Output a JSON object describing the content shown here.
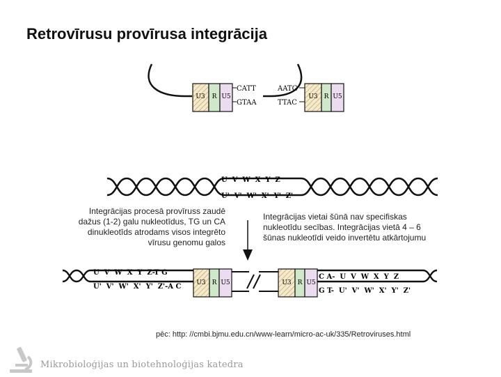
{
  "slide": {
    "title": "Retrovīrusu provīrusa integrācija",
    "left_note": "Integrācijas procesā provīruss zaudē dažus (1-2) galu nukleotīdus, TG un CA dinukleotīds atrodams visos integrēto vīrusu genomu galos",
    "right_note": "Integrācijas vietai šūnā nav specifiskas nukleotīdu secības. Integrācijas vietā 4 – 6 šūnas nukleotīdi veido invertētu atkārtojumu",
    "source": "pēc: http: //cmbi.bjmu.edu.cn/www-learn/micro-ac-uk/335/Retroviruses.html",
    "footer": "Mikrobioloģijas un biotehnoloģijas katedra"
  },
  "diagram": {
    "ltr_labels": {
      "u3": "U3",
      "r": "R",
      "u5": "U5"
    },
    "top_left_ends": {
      "top": "CATT",
      "bottom": "GTAA"
    },
    "top_right_ends": {
      "top": "AATG",
      "bottom": "TTAC"
    },
    "host_top": "U  V  W  X  Y  Z",
    "host_bottom": "U'  V'  W'  X'  Y'  Z'",
    "bottom_left_top": "U  V  W  X  Y  Z-T G",
    "bottom_left_bottom": "U'  V'  W'  X'  Y'  Z'-A C",
    "bottom_right_top": "C A-  U  V  W  X  Y  Z",
    "bottom_right_bottom": "G T-  U'  V'  W'  X'  Y'  Z'"
  },
  "colors": {
    "u3_fill": "#f4e9c8",
    "r_fill": "#cfe8c9",
    "u5_fill": "#ecdcef",
    "ink": "#111111"
  },
  "icons": {
    "logo": "microscope-icon"
  }
}
